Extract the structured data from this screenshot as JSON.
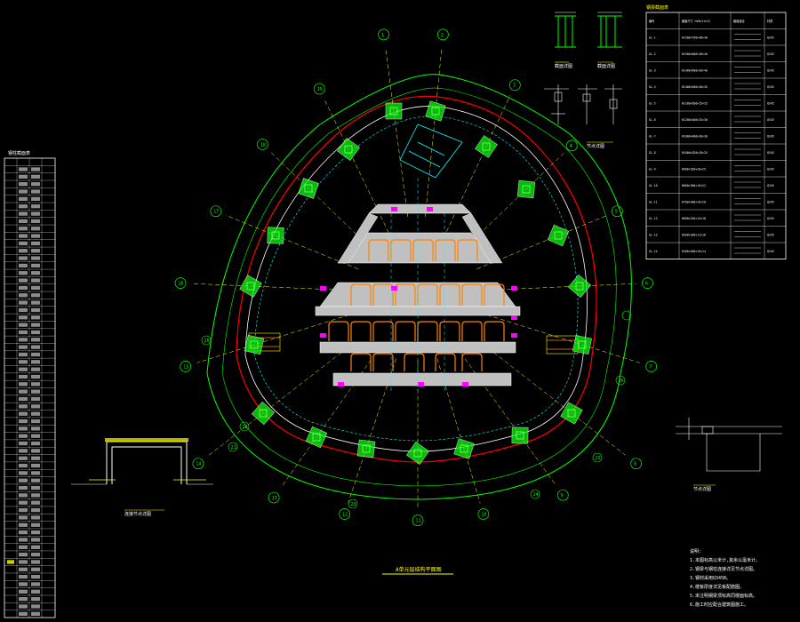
{
  "main_title": "A单元层结构平面图",
  "table_right": {
    "title": "钢梁截面表",
    "headers": [
      "编号",
      "截面尺寸 H×B×t1×t2",
      "截面组合",
      "材质"
    ],
    "rows": [
      [
        "GL-1",
        "H1500×700×40×40",
        "",
        "Q345"
      ],
      [
        "GL-2",
        "H1500×600×30×40",
        "",
        "Q345"
      ],
      [
        "GL-3",
        "H1400×600×30×40",
        "",
        "Q345"
      ],
      [
        "GL-4",
        "H1400×500×30×35",
        "",
        "Q345"
      ],
      [
        "GL-5",
        "H1200×500×25×35",
        "",
        "Q345"
      ],
      [
        "GL-6",
        "H1200×400×25×30",
        "",
        "Q345"
      ],
      [
        "GL-7",
        "H1000×400×20×30",
        "",
        "Q345"
      ],
      [
        "GL-8",
        "H1000×350×20×25",
        "",
        "Q345"
      ],
      [
        "GL-9",
        "H900×350×20×25",
        "",
        "Q345"
      ],
      [
        "GL-10",
        "H800×300×16×22",
        "",
        "Q345"
      ],
      [
        "GL-11",
        "H700×300×16×20",
        "",
        "Q345"
      ],
      [
        "GL-12",
        "H600×250×14×18",
        "",
        "Q345"
      ],
      [
        "GL-13",
        "H500×200×12×16",
        "",
        "Q345"
      ],
      [
        "GL-14",
        "H400×200×10×14",
        "",
        "Q345"
      ]
    ]
  },
  "table_left": {
    "title": "钢柱截面表"
  },
  "detail_labels": {
    "section_a": "截面详图",
    "section_b": "截面详图",
    "node": "节点详图",
    "left_detail": "连接节点详图",
    "right_detail": "节点详图"
  },
  "notes": {
    "title": "说明:",
    "lines": [
      "1.本图标高以米计,其余以毫米计。",
      "2.钢梁与钢柱连接详见节点详图。",
      "3.钢材采用Q345B。",
      "4.楼板厚度详见板配筋图。",
      "5.未注明钢梁顶标高同楼面标高。",
      "6.施工时应配合建筑图施工。"
    ]
  },
  "axis_labels": [
    "1",
    "2",
    "3",
    "4",
    "5",
    "6",
    "7",
    "8",
    "9",
    "10",
    "11",
    "12",
    "13",
    "14",
    "15",
    "16",
    "17",
    "18",
    "19",
    "20",
    "21",
    "22",
    "23",
    "24",
    "25",
    "26"
  ],
  "colors": {
    "background": "#000000",
    "outer_arc": "#00ff00",
    "column": "#00ff00",
    "slab": "#c0c0c0",
    "beam_core": "#ff8000",
    "wall": "#ff0000",
    "axis": "#ffff00",
    "magenta": "#ff00ff",
    "cyan": "#00ffff",
    "white": "#ffffff"
  }
}
